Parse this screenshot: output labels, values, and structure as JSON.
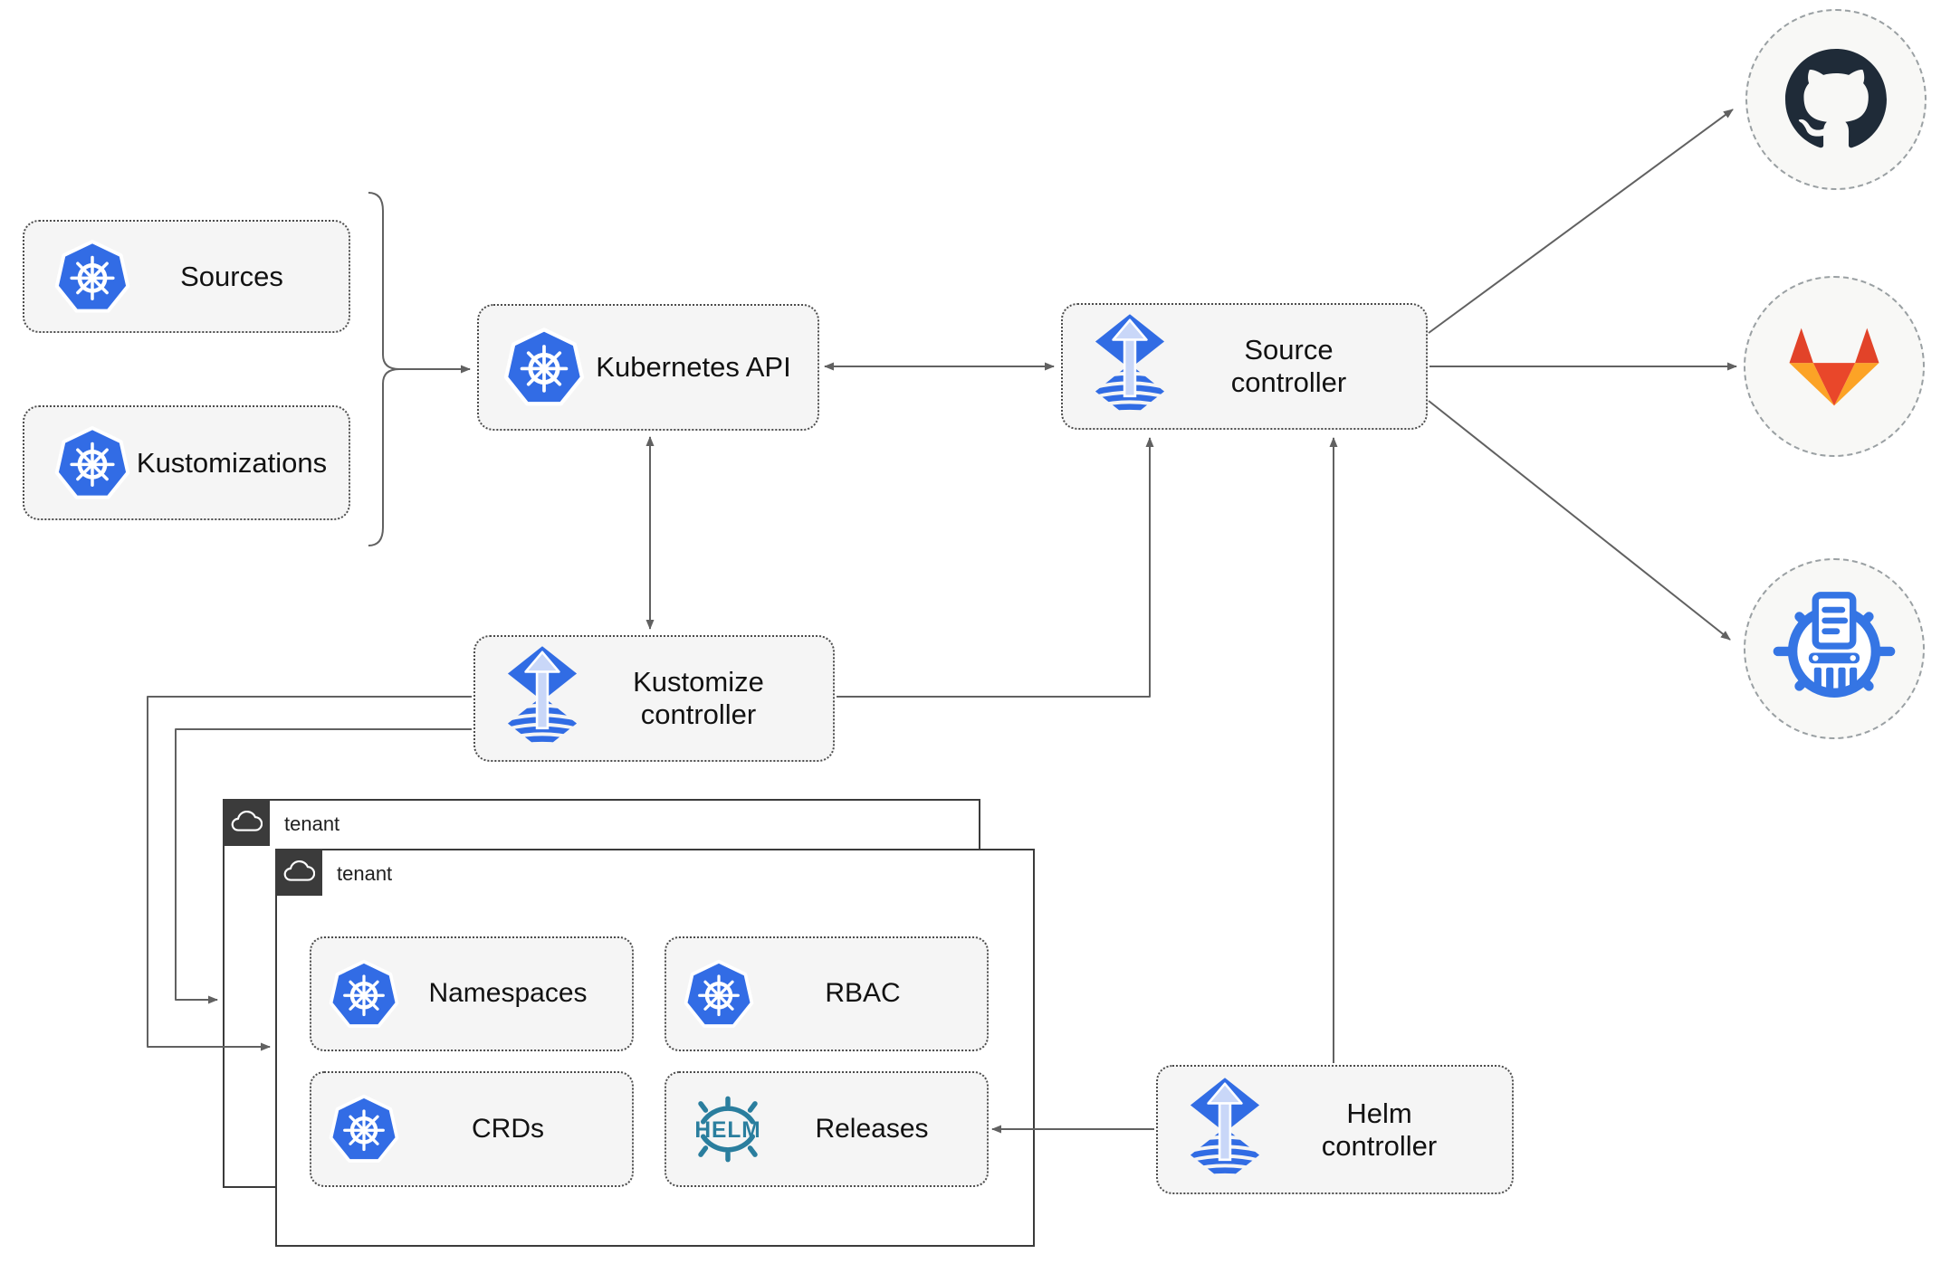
{
  "diagram": {
    "boxes": {
      "sources": {
        "label": "Sources",
        "icon": "kubernetes-icon"
      },
      "kustomizations": {
        "label": "Kustomizations",
        "icon": "kubernetes-icon"
      },
      "kubernetes_api": {
        "label": "Kubernetes API",
        "icon": "kubernetes-icon"
      },
      "source_controller": {
        "lines": [
          "Source",
          "controller"
        ],
        "icon": "flux-icon"
      },
      "kustomize_controller": {
        "lines": [
          "Kustomize",
          "controller"
        ],
        "icon": "flux-icon"
      },
      "helm_controller": {
        "lines": [
          "Helm",
          "controller"
        ],
        "icon": "flux-icon"
      },
      "namespaces": {
        "label": "Namespaces",
        "icon": "kubernetes-icon"
      },
      "rbac": {
        "label": "RBAC",
        "icon": "kubernetes-icon"
      },
      "crds": {
        "label": "CRDs",
        "icon": "kubernetes-icon"
      },
      "releases": {
        "label": "Releases",
        "icon": "helm-icon",
        "icon_text": "HELM"
      }
    },
    "groups": {
      "tenant_back": {
        "label": "tenant",
        "icon": "cloud-icon"
      },
      "tenant_front": {
        "label": "tenant",
        "icon": "cloud-icon"
      }
    },
    "endpoints": [
      {
        "name": "github",
        "icon": "github-icon"
      },
      {
        "name": "gitlab",
        "icon": "gitlab-icon"
      },
      {
        "name": "chartmuseum",
        "icon": "chartmuseum-icon"
      }
    ],
    "edges": [
      {
        "from": "sources-and-kustomizations",
        "to": "kubernetes-api",
        "style": "arrow"
      },
      {
        "from": "kubernetes-api",
        "to": "source-controller",
        "style": "double-arrow"
      },
      {
        "from": "kubernetes-api",
        "to": "kustomize-controller",
        "style": "double-arrow"
      },
      {
        "from": "kustomize-controller",
        "to": "source-controller",
        "style": "arrow"
      },
      {
        "from": "kustomize-controller",
        "to": "tenant-front",
        "style": "arrow"
      },
      {
        "from": "kustomize-controller",
        "to": "tenant-back",
        "style": "arrow"
      },
      {
        "from": "helm-controller",
        "to": "source-controller",
        "style": "arrow"
      },
      {
        "from": "helm-controller",
        "to": "releases",
        "style": "arrow"
      },
      {
        "from": "source-controller",
        "to": "github",
        "style": "arrow"
      },
      {
        "from": "source-controller",
        "to": "gitlab",
        "style": "arrow"
      },
      {
        "from": "source-controller",
        "to": "chartmuseum",
        "style": "arrow"
      }
    ],
    "colors": {
      "kubernetes_blue": "#326ce5",
      "flux_blue": "#316ce4",
      "flux_light": "#c9d7f8",
      "helm_teal": "#2a7e9e",
      "github_dark": "#1f2b38",
      "gitlab_red": "#e24329",
      "gitlab_yellow": "#fca326",
      "chartmuseum_blue": "#3575e4",
      "arrow_gray": "#616161",
      "node_fill": "#f5f5f5",
      "node_border": "#4c4c4c",
      "tenant_dark": "#3b3b3b",
      "endpoint_fill": "#f8f8f6",
      "endpoint_border": "#9aa0a3"
    }
  }
}
